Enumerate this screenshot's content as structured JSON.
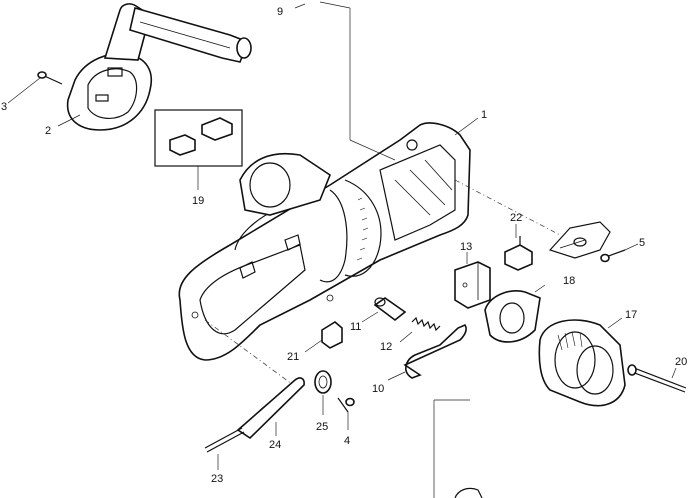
{
  "parts": [
    {
      "id": "part-1",
      "number": "1"
    },
    {
      "id": "part-2",
      "number": "2"
    },
    {
      "id": "part-3",
      "number": "3"
    },
    {
      "id": "part-4",
      "number": "4"
    },
    {
      "id": "part-5",
      "number": "5"
    },
    {
      "id": "part-9",
      "number": "9"
    },
    {
      "id": "part-10",
      "number": "10"
    },
    {
      "id": "part-11",
      "number": "11"
    },
    {
      "id": "part-12",
      "number": "12"
    },
    {
      "id": "part-13",
      "number": "13"
    },
    {
      "id": "part-17",
      "number": "17"
    },
    {
      "id": "part-18",
      "number": "18"
    },
    {
      "id": "part-19",
      "number": "19"
    },
    {
      "id": "part-20",
      "number": "20"
    },
    {
      "id": "part-21",
      "number": "21"
    },
    {
      "id": "part-22",
      "number": "22"
    },
    {
      "id": "part-23",
      "number": "23"
    },
    {
      "id": "part-24",
      "number": "24"
    },
    {
      "id": "part-25",
      "number": "25"
    }
  ]
}
